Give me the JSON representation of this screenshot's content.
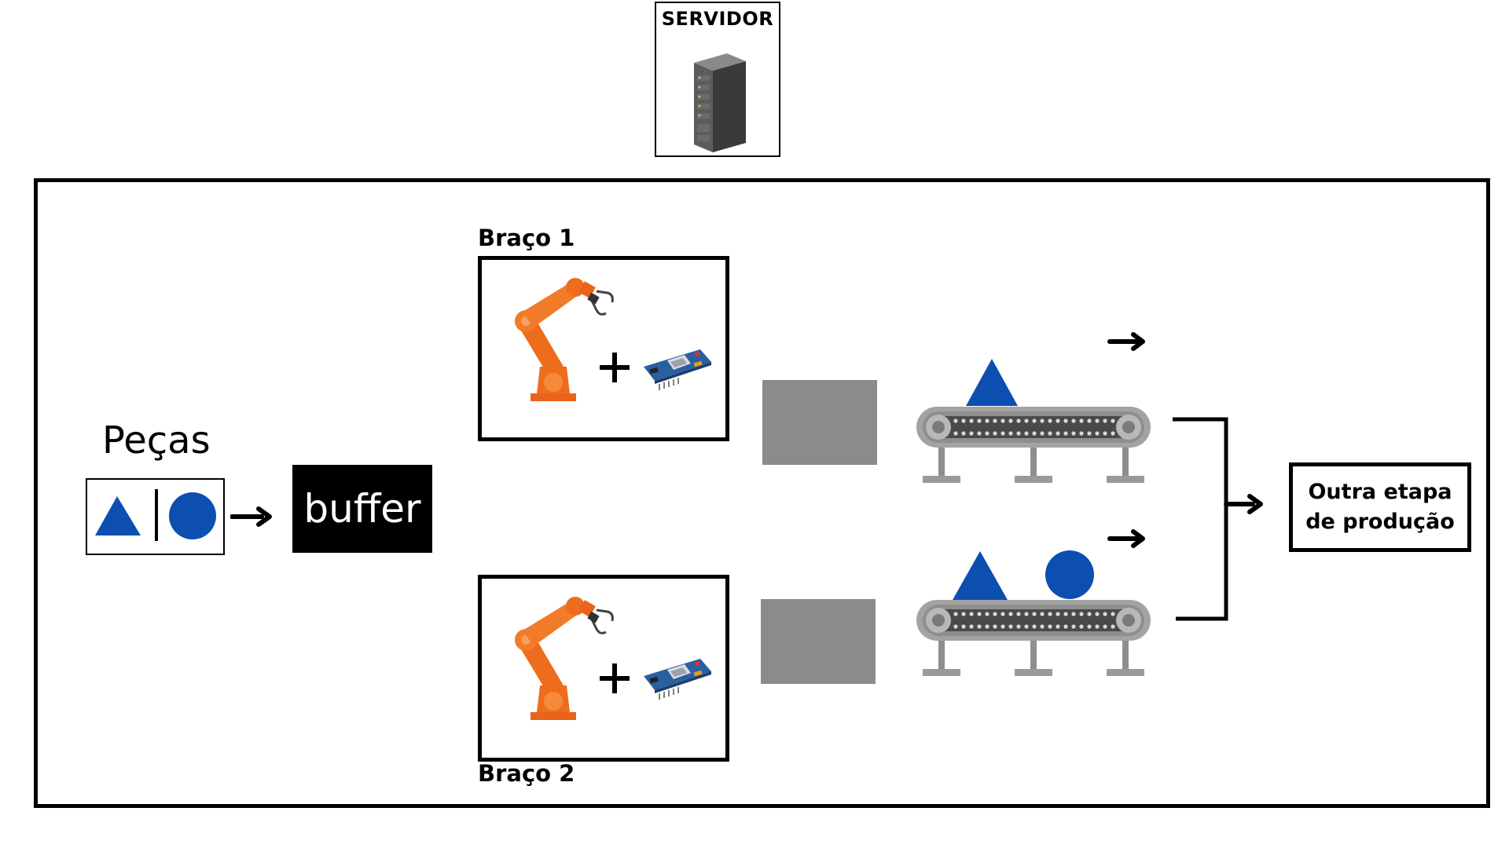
{
  "server": {
    "label": "SERVIDOR",
    "icon": "server-rack-icon"
  },
  "pecas": {
    "label": "Peças",
    "shapes": [
      "triangle-icon",
      "circle-icon"
    ]
  },
  "buffer": {
    "label": "buffer"
  },
  "arms": [
    {
      "label": "Braço 1",
      "icons": [
        "robot-arm-icon",
        "plus-icon",
        "circuit-board-icon"
      ]
    },
    {
      "label": "Braço 2",
      "icons": [
        "robot-arm-icon",
        "plus-icon",
        "circuit-board-icon"
      ]
    }
  ],
  "output": {
    "line1": "Outra etapa",
    "line2": "de produção"
  },
  "colors": {
    "shape_blue": "#0d4fb0",
    "robot_orange": "#ee6d1d",
    "gray_block": "#8a8c8c",
    "conveyor_gray": "#8e8e8e"
  }
}
